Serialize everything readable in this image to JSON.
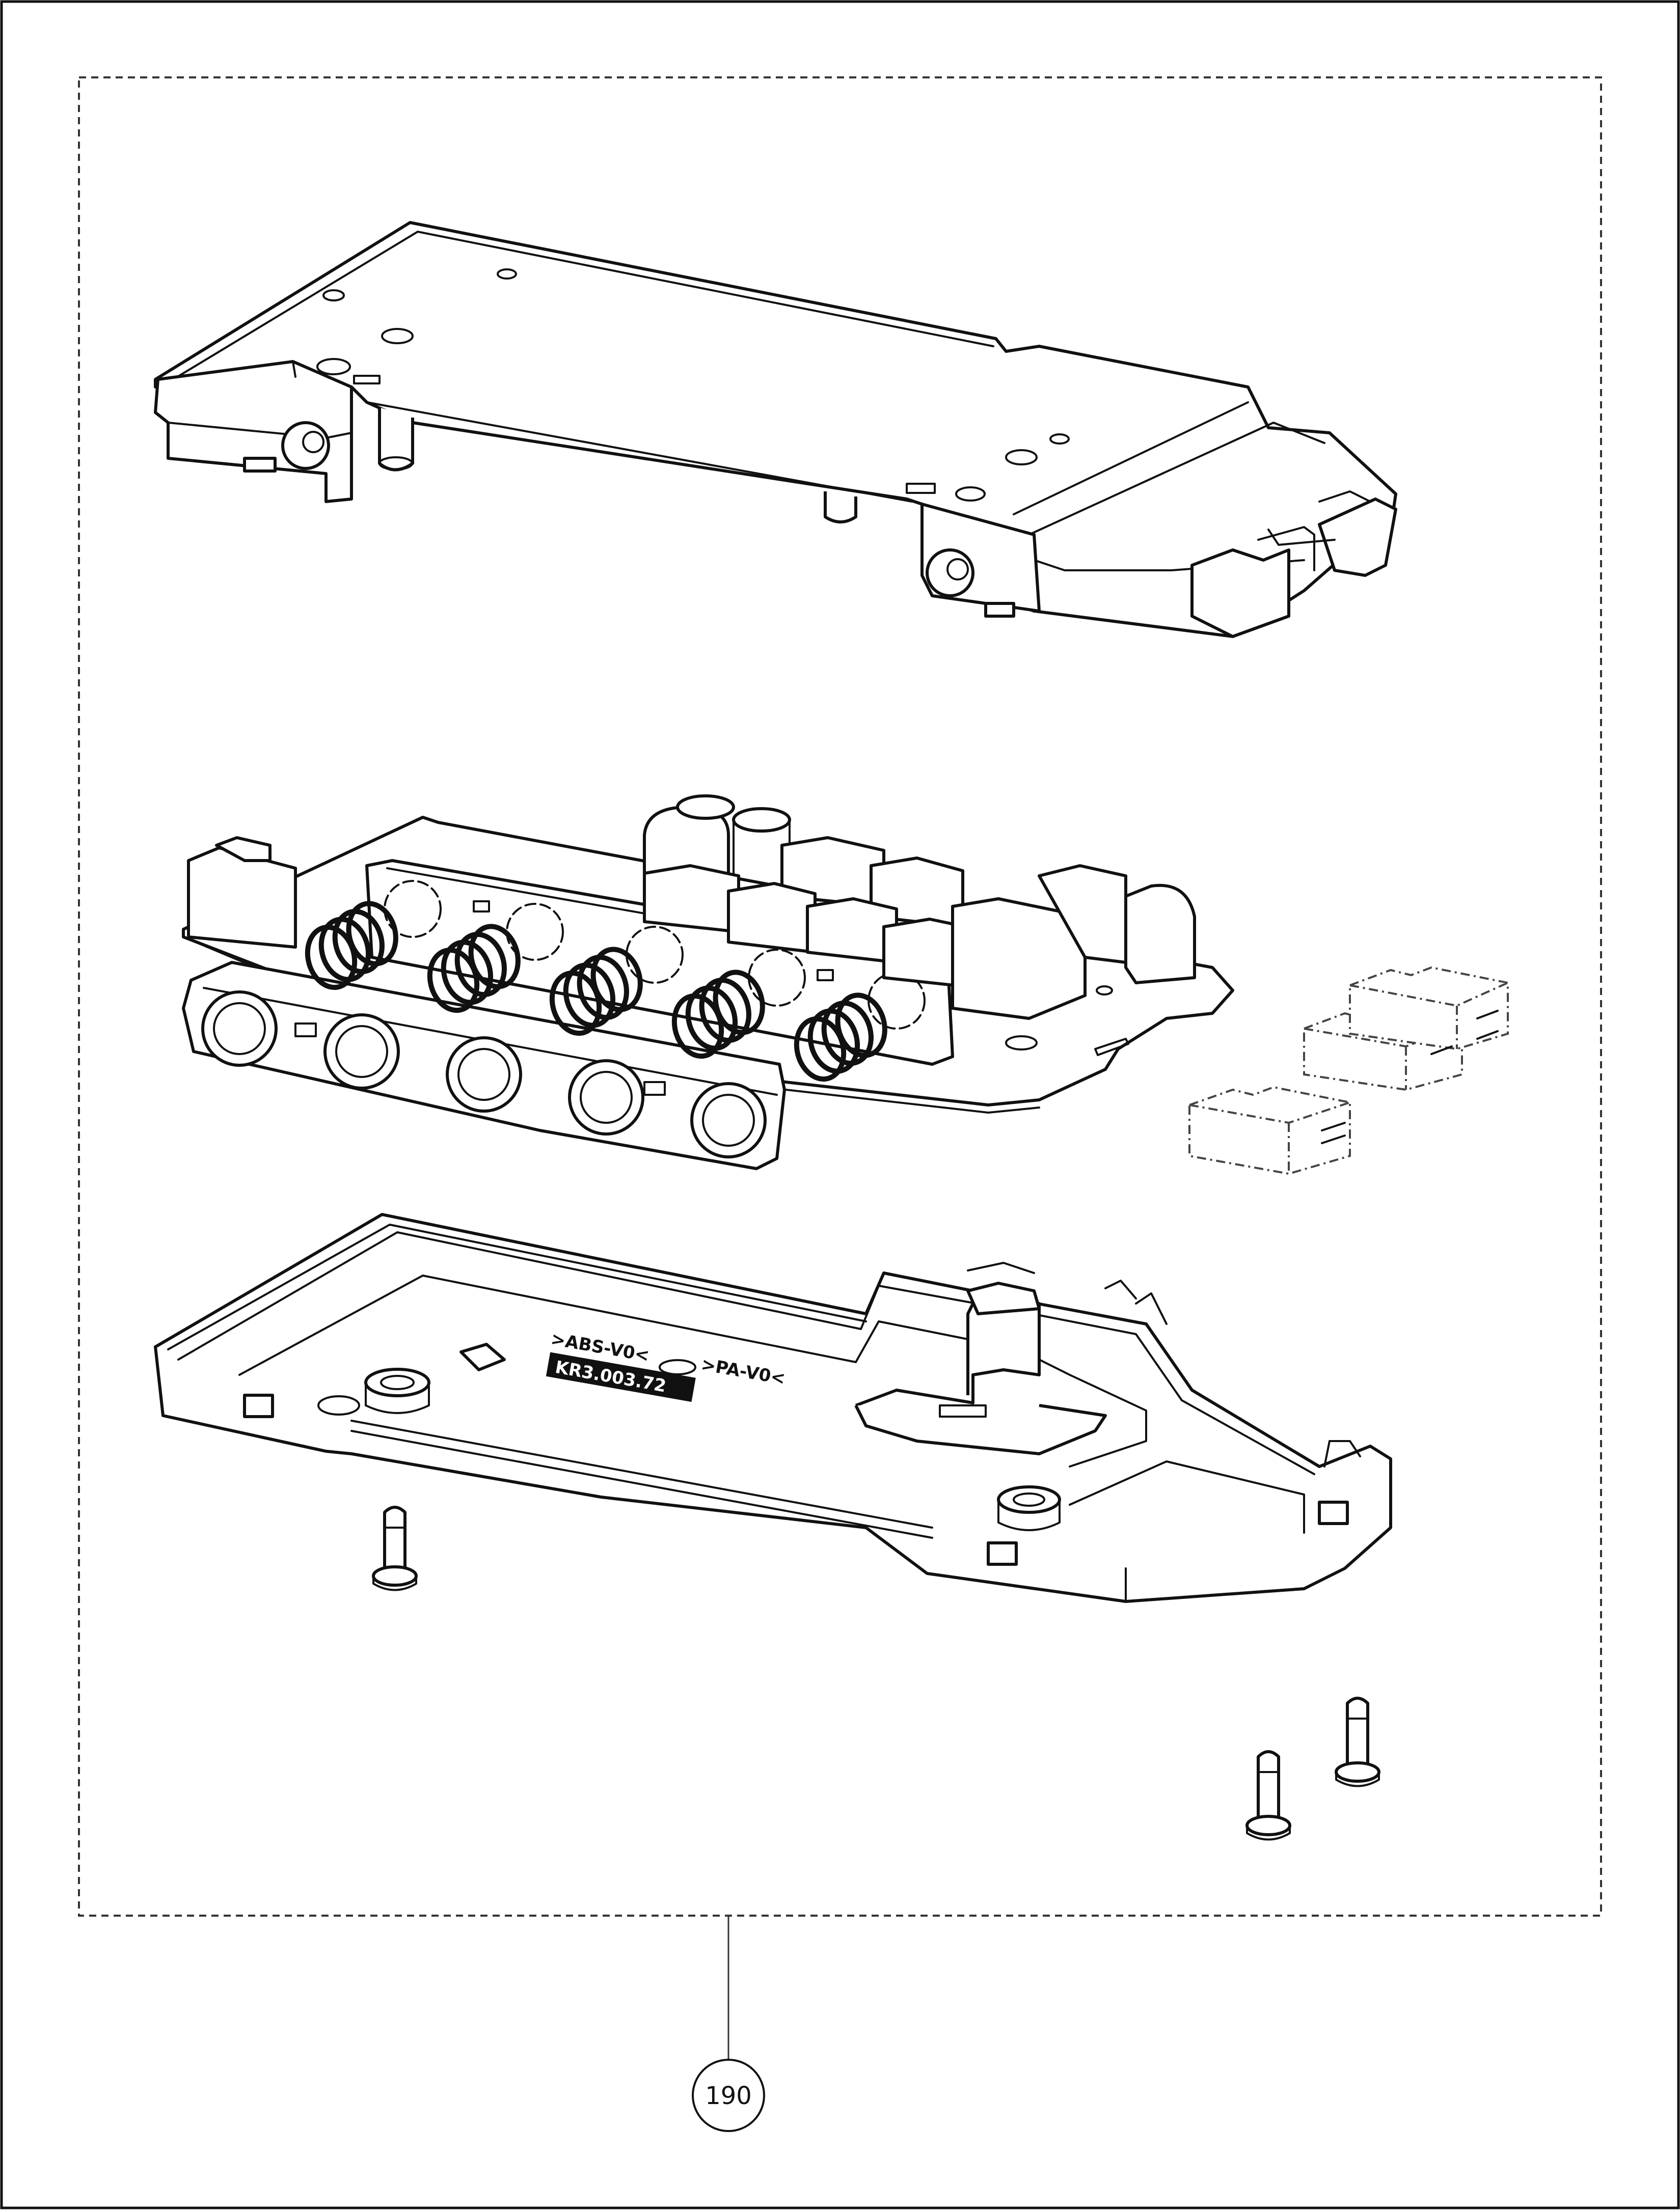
{
  "drawing": {
    "callout_number": "190",
    "molding_marks": {
      "material_code": ">ABS-V0<",
      "material_code_2": ">PA-V0<",
      "part_code": "KR3.003.72"
    }
  }
}
